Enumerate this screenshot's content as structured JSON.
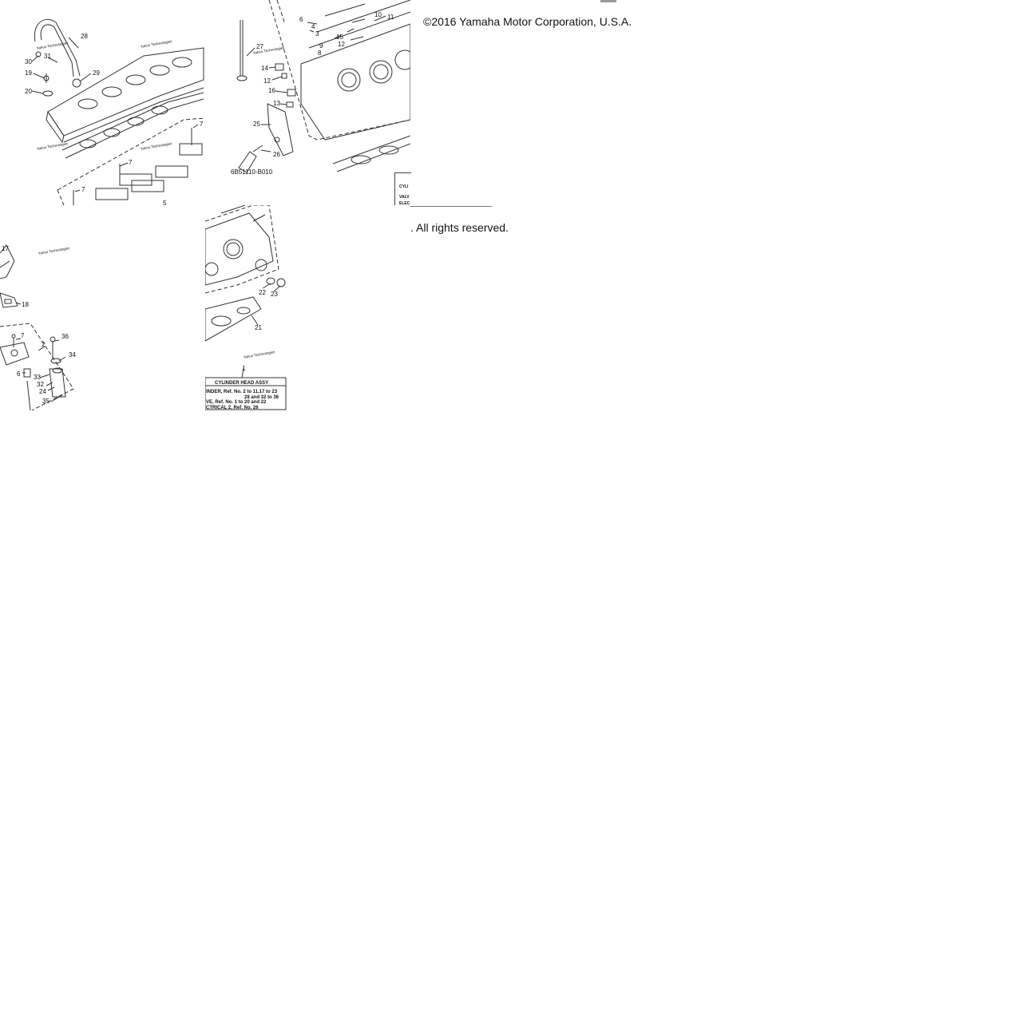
{
  "copyright": "©2016 Yamaha Motor Corporation, U.S.A.",
  "rights": ". All rights reserved.",
  "diagram_code": "6B51110-B010",
  "watermark": "Yahoo Technologies",
  "callouts": [
    "1",
    "2",
    "3",
    "4",
    "5",
    "6",
    "7",
    "8",
    "9",
    "10",
    "11",
    "12",
    "13",
    "14",
    "15",
    "16",
    "17",
    "18",
    "19",
    "20",
    "21",
    "22",
    "23",
    "24",
    "25",
    "26",
    "27",
    "28",
    "29",
    "30",
    "31",
    "32",
    "33",
    "34",
    "35",
    "36"
  ],
  "table_fragment": {
    "rows": [
      "CYLI",
      "VALV",
      "ELEC"
    ]
  },
  "assy_table": {
    "title": "CYLINDER HEAD ASSY",
    "lines": [
      "INDER, Ref. No. 2 to 11,17 to 23",
      "28 and 32 to 36",
      "VE, Ref. No. 1 to 20 and 22",
      "CTRICAL 2, Ref. No. 26"
    ]
  }
}
